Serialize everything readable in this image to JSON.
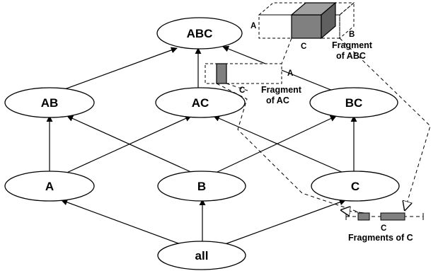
{
  "nodes": {
    "abc": "ABC",
    "ab": "AB",
    "ac": "AC",
    "bc": "BC",
    "a": "A",
    "b": "B",
    "c": "C",
    "all": "all"
  },
  "fragments": {
    "abc": {
      "axis_a": "A",
      "axis_b": "B",
      "axis_c": "C",
      "caption_line1": "Fragment",
      "caption_line2": "of ABC"
    },
    "ac": {
      "axis_a": "A",
      "axis_c": "C",
      "caption_line1": "Fragment",
      "caption_line2": "of AC"
    },
    "c": {
      "axis_c": "C",
      "caption": "Fragments of C"
    }
  },
  "colors": {
    "line": "#000000",
    "fragment_fill": "#808080",
    "background": "#ffffff"
  }
}
